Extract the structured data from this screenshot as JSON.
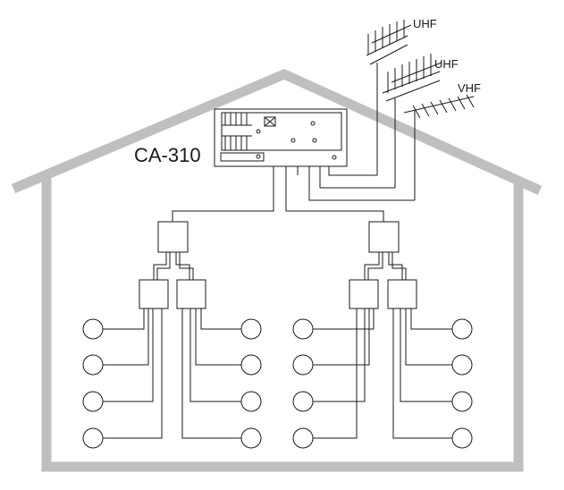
{
  "amplifier": {
    "model_label": "CA-310"
  },
  "antennas": [
    {
      "band_label": "UHF"
    },
    {
      "band_label": "UHF"
    },
    {
      "band_label": "VHF"
    }
  ],
  "colors": {
    "house_outline": "#bfbfbf",
    "wire": "#1a1a1a",
    "box_stroke": "#1a1a1a",
    "outlet_fill": "#ffffff"
  },
  "icons": [
    "house-outline",
    "antenna-icon",
    "amplifier-icon",
    "splitter-box",
    "tv-outlet-icon"
  ]
}
